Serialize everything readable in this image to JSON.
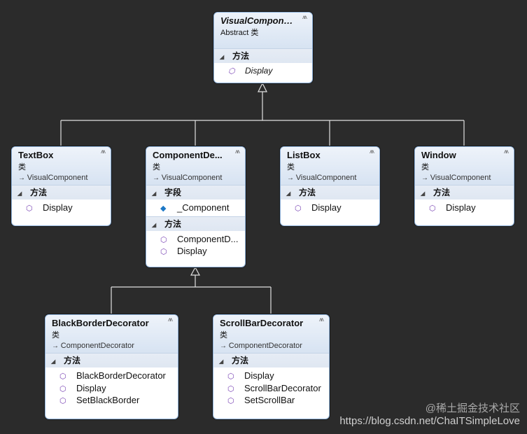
{
  "classes": {
    "visual": {
      "name": "VisualComponent",
      "kind": "Abstract 类",
      "base": "",
      "sections": [
        {
          "title": "方法",
          "items": [
            {
              "icon": "method-icon",
              "label": "Display"
            }
          ]
        }
      ]
    },
    "textbox": {
      "name": "TextBox",
      "kind": "类",
      "base": "VisualComponent",
      "sections": [
        {
          "title": "方法",
          "items": [
            {
              "icon": "method-icon",
              "label": "Display"
            }
          ]
        }
      ]
    },
    "compdec": {
      "name": "ComponentDe...",
      "kind": "类",
      "base": "VisualComponent",
      "sections": [
        {
          "title": "字段",
          "items": [
            {
              "icon": "field-icon",
              "label": "_Component"
            }
          ]
        },
        {
          "title": "方法",
          "items": [
            {
              "icon": "method-icon",
              "label": "ComponentD..."
            },
            {
              "icon": "method-icon",
              "label": "Display"
            }
          ]
        }
      ]
    },
    "listbox": {
      "name": "ListBox",
      "kind": "类",
      "base": "VisualComponent",
      "sections": [
        {
          "title": "方法",
          "items": [
            {
              "icon": "method-icon",
              "label": "Display"
            }
          ]
        }
      ]
    },
    "window": {
      "name": "Window",
      "kind": "类",
      "base": "VisualComponent",
      "sections": [
        {
          "title": "方法",
          "items": [
            {
              "icon": "method-icon",
              "label": "Display"
            }
          ]
        }
      ]
    },
    "blackborder": {
      "name": "BlackBorderDecorator",
      "kind": "类",
      "base": "ComponentDecorator",
      "sections": [
        {
          "title": "方法",
          "items": [
            {
              "icon": "method-icon",
              "label": "BlackBorderDecorator"
            },
            {
              "icon": "method-icon",
              "label": "Display"
            },
            {
              "icon": "method-icon",
              "label": "SetBlackBorder"
            }
          ]
        }
      ]
    },
    "scrollbar": {
      "name": "ScrollBarDecorator",
      "kind": "类",
      "base": "ComponentDecorator",
      "sections": [
        {
          "title": "方法",
          "items": [
            {
              "icon": "method-icon",
              "label": "Display"
            },
            {
              "icon": "method-icon",
              "label": "ScrollBarDecorator"
            },
            {
              "icon": "method-icon",
              "label": "SetScrollBar"
            }
          ]
        }
      ]
    }
  },
  "watermark": {
    "line1": "@稀土掘金技术社区",
    "line2": "https://blog.csdn.net/ChaITSimpleLove"
  },
  "colors": {
    "background": "#2b2b2b",
    "box_border": "#8fb2da",
    "header_fill": "#dbe6f3",
    "method_icon": "#7b46b5",
    "field_icon": "#1d78c6",
    "connector": "#e0e0e0"
  }
}
